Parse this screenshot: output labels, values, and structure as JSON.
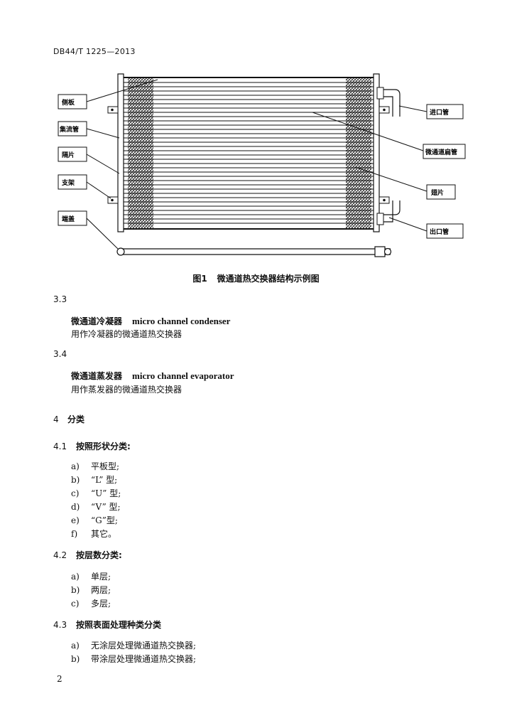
{
  "header": {
    "code": "DB44/T 1225—2013"
  },
  "figure": {
    "number": "图1",
    "title": "微通道热交换器结构示例图",
    "labels_left": [
      "侧板",
      "集流管",
      "隔片",
      "支架",
      "端盖"
    ],
    "labels_right": [
      "进口管",
      "微通道扁管",
      "翅片",
      "出口管"
    ]
  },
  "sections": [
    {
      "num": "3.3",
      "term_cn": "微通道冷凝器",
      "term_en": "micro channel condenser",
      "def": "用作冷凝器的微通道热交换器"
    },
    {
      "num": "3.4",
      "term_cn": "微通道蒸发器",
      "term_en": "micro channel evaporator",
      "def": "用作蒸发器的微通道热交换器"
    }
  ],
  "heading4": {
    "num": "4",
    "title": "分类"
  },
  "sub41": {
    "num": "4.1",
    "title": "按照形状分类:",
    "items": [
      {
        "m": "a)",
        "t": "平板型;"
      },
      {
        "m": "b)",
        "t": "“L” 型;"
      },
      {
        "m": "c)",
        "t": "“U” 型;"
      },
      {
        "m": "d)",
        "t": "“V” 型;"
      },
      {
        "m": "e)",
        "t": "“G”型;"
      },
      {
        "m": "f)",
        "t": "其它。"
      }
    ]
  },
  "sub42": {
    "num": "4.2",
    "title": "按层数分类:",
    "items": [
      {
        "m": "a)",
        "t": "单层;"
      },
      {
        "m": "b)",
        "t": "两层;"
      },
      {
        "m": "c)",
        "t": "多层;"
      }
    ]
  },
  "sub43": {
    "num": "4.3",
    "title": "按照表面处理种类分类",
    "items": [
      {
        "m": "a)",
        "t": "无涂层处理微通道热交换器;"
      },
      {
        "m": "b)",
        "t": "带涂层处理微通道热交换器;"
      }
    ]
  },
  "page_number": "2"
}
